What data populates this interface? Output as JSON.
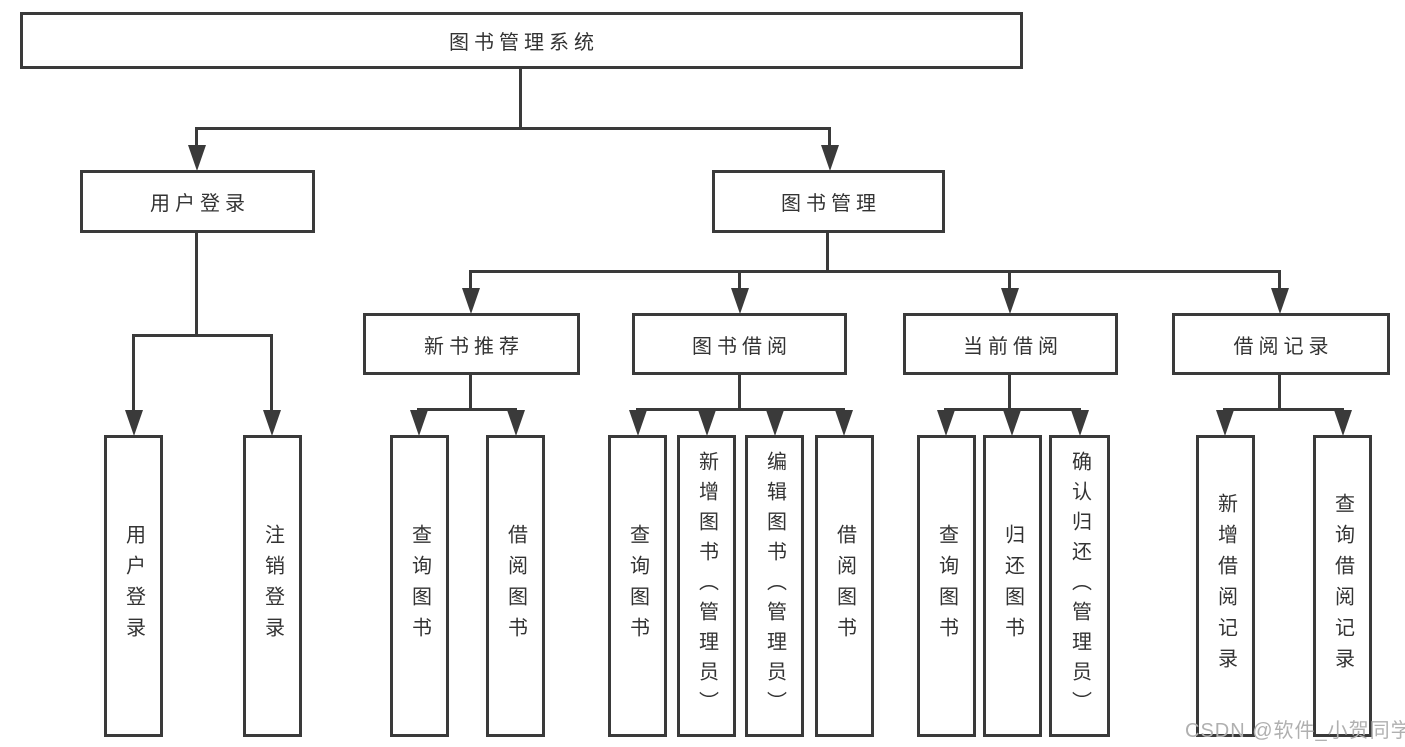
{
  "diagram": {
    "root": "图书管理系统",
    "level2": [
      {
        "label": "用户登录",
        "children": [
          "用户登录",
          "注销登录"
        ]
      },
      {
        "label": "图书管理"
      }
    ],
    "groups": [
      {
        "label": "新书推荐",
        "children": [
          "查询图书",
          "借阅图书"
        ]
      },
      {
        "label": "图书借阅",
        "children": [
          "查询图书",
          "新增图书（管理员）",
          "编辑图书（管理员）",
          "借阅图书"
        ]
      },
      {
        "label": "当前借阅",
        "children": [
          "查询图书",
          "归还图书",
          "确认归还（管理员）"
        ]
      },
      {
        "label": "借阅记录",
        "children": [
          "新增借阅记录",
          "查询借阅记录"
        ]
      }
    ]
  },
  "watermark": "CSDN @软件_小贺同学",
  "colors": {
    "line": "#3a3a3a",
    "text": "#333333",
    "watermark": "#b0b0b0",
    "background": "#ffffff"
  }
}
